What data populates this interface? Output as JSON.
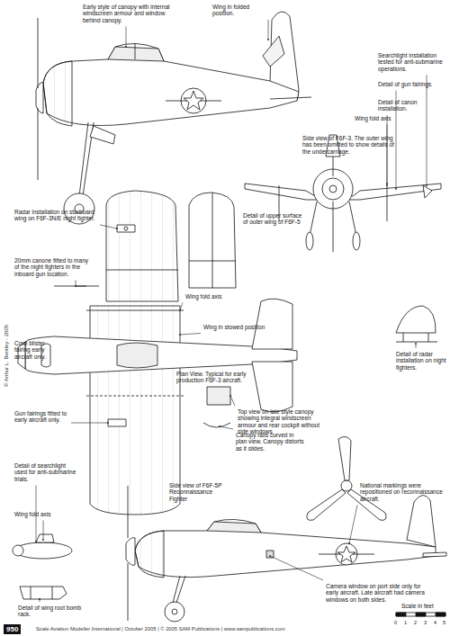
{
  "diagram": {
    "labels": [
      "Early style of canopy with internal windscreen armour and window behind canopy.",
      "Wing in folded position.",
      "Searchlight installation tested for anti-submarine operations.",
      "Detail of gun fairings",
      "Detail of canon installation.",
      "Side view of F6F-3. The outer wing has been omitted to show details of the undercarriage.",
      "Wing fold axis",
      "Radar installation on starboard wing on F6F-3N/E night fighter.",
      "Detail of upper surface of outer wing of F6F-5",
      "20mm canone fitted to many of the night fighters in the inboard gun location.",
      "Wing fold axis",
      "Cowl blister fairing early aircraft only.",
      "Wing in stowed position",
      "Plan View. Typical for early production F6F-3 aircraft.",
      "Gun fairings fitted to early aircraft only.",
      "Detail of radar installation on night fighters.",
      "Top view on late style canopy showing integral windscreen armour and rear cockpit without side windows",
      "Detail of searchlight used for anti-submarine trials.",
      "Canopy rails curved in plan view. Canopy distorts as it slides.",
      "Side view of F6F-5P Reconnaissance Fighter",
      "National markings were repositioned on reconnaissance aircraft.",
      "Wing fold axis",
      "Camera window on port side only for early aircraft. Late aircraft had camera windows on both sides.",
      "Detail of wing root bomb rack.",
      "Scale in feet",
      "0",
      "1",
      "2",
      "3",
      "4",
      "5",
      "950",
      "Scale Aviation Modeller International | October 2005 | © 2005 SAM Publications | www.sampublications.com",
      "© Arthur L. Bentley - 2005"
    ]
  }
}
